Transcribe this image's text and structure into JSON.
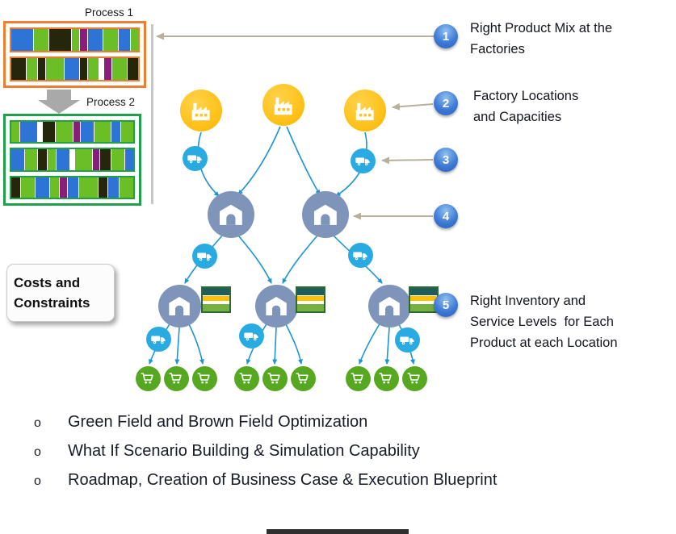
{
  "process_panel": {
    "process1_label": "Process 1",
    "process2_label": "Process 2",
    "box1_bars": [
      [
        {
          "c": "#2E74D6",
          "w": 3
        },
        {
          "c": "#6CBE27",
          "w": 2
        },
        {
          "c": "#26260A",
          "w": 3
        },
        {
          "c": "#6CBE27",
          "w": 1
        },
        {
          "c": "#8A1C7C",
          "w": 1
        },
        {
          "c": "#2E74D6",
          "w": 2
        },
        {
          "c": "#6CBE27",
          "w": 2
        },
        {
          "c": "#2E74D6",
          "w": 1.5
        },
        {
          "c": "#6CBE27",
          "w": 1
        }
      ],
      [
        {
          "c": "#26260A",
          "w": 2
        },
        {
          "c": "#6CBE27",
          "w": 1.5
        },
        {
          "c": "#26260A",
          "w": 1
        },
        {
          "c": "#6CBE27",
          "w": 2.5
        },
        {
          "c": "#2E74D6",
          "w": 2
        },
        {
          "c": "#26260A",
          "w": 1
        },
        {
          "c": "#6CBE27",
          "w": 1.5
        },
        {
          "c": "#FFFFFF",
          "w": 0.5
        },
        {
          "c": "#8A1C7C",
          "w": 1
        },
        {
          "c": "#6CBE27",
          "w": 2
        },
        {
          "c": "#26260A",
          "w": 1.5
        }
      ]
    ],
    "box2_bars": [
      [
        {
          "c": "#6CBE27",
          "w": 1
        },
        {
          "c": "#2E74D6",
          "w": 2
        },
        {
          "c": "#FFFFFF",
          "w": 0.5
        },
        {
          "c": "#26260A",
          "w": 1.5
        },
        {
          "c": "#6CBE27",
          "w": 2
        },
        {
          "c": "#8A1C7C",
          "w": 0.8
        },
        {
          "c": "#2E74D6",
          "w": 1.5
        },
        {
          "c": "#6CBE27",
          "w": 2
        },
        {
          "c": "#2E74D6",
          "w": 1
        },
        {
          "c": "#6CBE27",
          "w": 1.5
        }
      ],
      [
        {
          "c": "#2E74D6",
          "w": 1.5
        },
        {
          "c": "#6CBE27",
          "w": 1.5
        },
        {
          "c": "#26260A",
          "w": 1
        },
        {
          "c": "#6CBE27",
          "w": 1
        },
        {
          "c": "#2E74D6",
          "w": 1.5
        },
        {
          "c": "#FFFFFF",
          "w": 0.5
        },
        {
          "c": "#6CBE27",
          "w": 2
        },
        {
          "c": "#8A1C7C",
          "w": 0.8
        },
        {
          "c": "#26260A",
          "w": 1.2
        },
        {
          "c": "#6CBE27",
          "w": 1.5
        },
        {
          "c": "#2E74D6",
          "w": 1
        }
      ],
      [
        {
          "c": "#26260A",
          "w": 1
        },
        {
          "c": "#6CBE27",
          "w": 1.5
        },
        {
          "c": "#2E74D6",
          "w": 1.5
        },
        {
          "c": "#6CBE27",
          "w": 1
        },
        {
          "c": "#8A1C7C",
          "w": 0.8
        },
        {
          "c": "#2E74D6",
          "w": 1.2
        },
        {
          "c": "#6CBE27",
          "w": 2
        },
        {
          "c": "#26260A",
          "w": 1
        },
        {
          "c": "#2E74D6",
          "w": 1.2
        },
        {
          "c": "#6CBE27",
          "w": 1.5
        }
      ]
    ]
  },
  "mini_chart_rows": [
    {
      "c": "#1F5C5A",
      "w": 1.1
    },
    {
      "c": "#FFC000",
      "w": 0.8
    },
    {
      "c": "#FFFFFF",
      "w": 0.2
    },
    {
      "c": "#76B041",
      "w": 1.1
    }
  ],
  "costs_box": {
    "lines": [
      "Costs and",
      "Constraints"
    ]
  },
  "callouts": [
    {
      "num": "1",
      "lines": [
        "Right Product Mix at the",
        "Factories"
      ]
    },
    {
      "num": "2",
      "lines": [
        "Factory Locations",
        "and Capacities"
      ]
    },
    {
      "num": "3",
      "lines": []
    },
    {
      "num": "4",
      "lines": []
    },
    {
      "num": "5",
      "lines": [
        "Right Inventory and",
        "Service Levels  for Each",
        "Product at each Location"
      ]
    }
  ],
  "bullet_char": "o",
  "bullets": [
    "Green Field and Brown Field Optimization",
    "What If Scenario Building & Simulation Capability",
    "Roadmap, Creation of Business Case & Execution Blueprint"
  ],
  "colors": {
    "process1_border": "#ED7D31",
    "process2_border": "#21A04A",
    "edge_blue": "#1B96D3",
    "pointer_tan": "#B8B09A",
    "factory_yellow": "#FFC21C",
    "truck_blue": "#29ABE2",
    "warehouse_slate": "#7F94B9",
    "cart_green": "#55A820",
    "callout_blue": "#3F7AD6"
  }
}
